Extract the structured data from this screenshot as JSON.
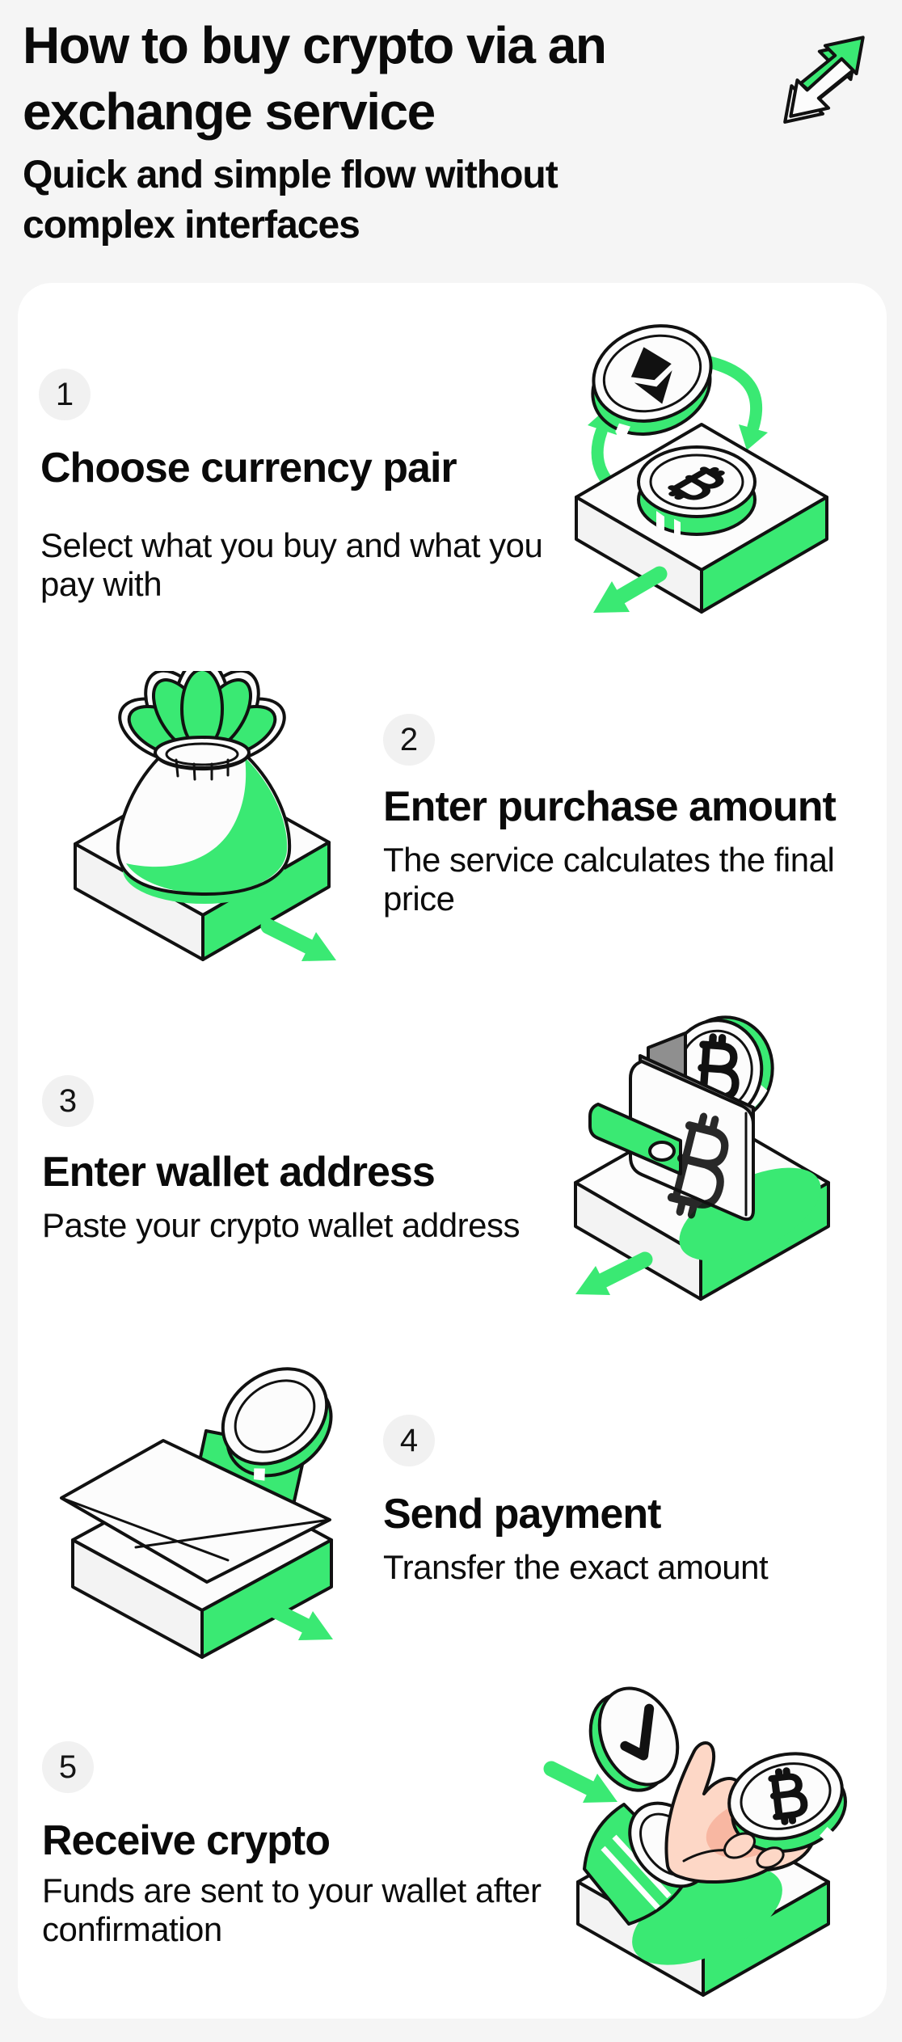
{
  "theme": {
    "page_bg": "#F5F5F5",
    "card_bg": "#FFFFFF",
    "accent_green": "#3AE973",
    "badge_bg": "#F1F1F1",
    "text_color": "#0A0A0A"
  },
  "header": {
    "title_line1": "How to buy crypto via an",
    "title_line2": "exchange service",
    "subtitle_line1": "Quick and simple flow without",
    "subtitle_line2": "complex interfaces",
    "icon": "exchange-arrows-icon"
  },
  "steps": [
    {
      "number": "1",
      "title": "Choose currency pair",
      "description": "Select what you buy and what you pay with",
      "illustration": "bitcoin-ethereum-swap-illustration"
    },
    {
      "number": "2",
      "title": "Enter purchase amount",
      "description": "The service calculates the final price",
      "illustration": "money-bag-illustration"
    },
    {
      "number": "3",
      "title": "Enter wallet address",
      "description": "Paste your crypto wallet address",
      "illustration": "wallet-bitcoin-illustration"
    },
    {
      "number": "4",
      "title": "Send payment",
      "description": "Transfer the exact amount",
      "illustration": "envelope-coin-illustration"
    },
    {
      "number": "5",
      "title": "Receive crypto",
      "description": "Funds are sent to your wallet after confirmation",
      "illustration": "hand-receiving-coin-illustration"
    }
  ]
}
